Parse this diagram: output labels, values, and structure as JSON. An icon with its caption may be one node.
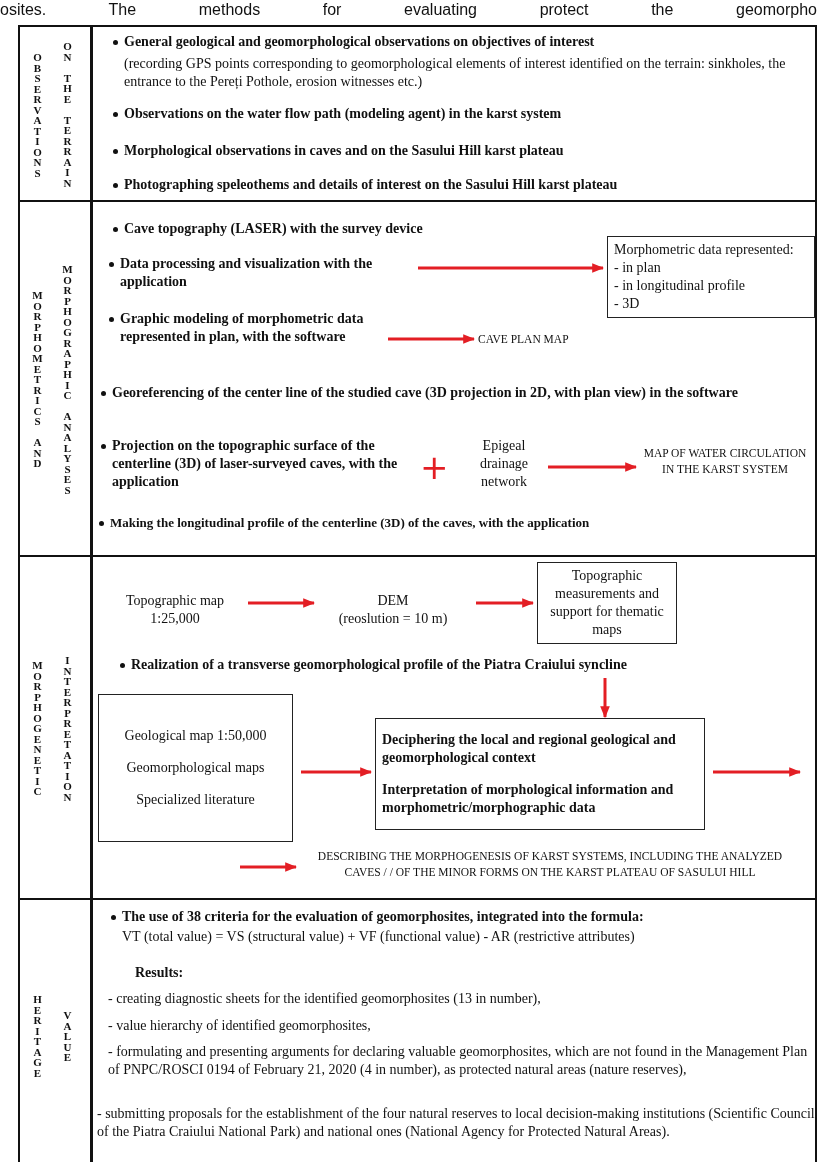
{
  "diagram": {
    "nodes": [
      {
        "text": [
          "OBSERVATIONS",
          "ON THE TERRAIN"
        ]
      },
      {
        "text": [
          "MORPHOMETRICS AND",
          "MORPHOGRAPHIC ANALYSES"
        ]
      },
      {
        "text": [
          "Data processing and visualization with the application"
        ],
        "in": 1
      },
      {
        "text": [
          "Morphometric data represented:",
          "- in plan",
          "- in longitudinal profile",
          "- 3D"
        ],
        "in": 1
      },
      {
        "text": [
          "Graphic modeling of morphometric data represented in plan, with the software"
        ],
        "in": 1
      },
      {
        "text": [
          "CAVE PLAN MAP"
        ],
        "in": 1
      },
      {
        "text": [
          "Epigeal drainage network"
        ],
        "in": 1
      },
      {
        "text": [
          "MAP OF WATER CIRCULATION IN THE KARST SYSTEM"
        ],
        "in": 1
      },
      {
        "text": [
          "MORPHOGENETIC",
          "INTERPRETATION"
        ]
      },
      {
        "text": [
          "Topographic map",
          "1:25,000"
        ],
        "in": 8
      },
      {
        "text": [
          "DEM",
          "(reoslution = 10 m)"
        ],
        "in": 8
      },
      {
        "text": [
          "Topographic measurements and support for thematic maps"
        ],
        "in": 8
      },
      {
        "text": [
          "Realization of a transverse geomorphological profile of the Piatra Craiului syncline"
        ],
        "in": 8
      },
      {
        "text": [
          "Geological map 1:50,000",
          "Geomorphological maps",
          "Specialized literature"
        ],
        "in": 8
      },
      {
        "text": [
          "Deciphering the local and regional geological and geomorphological context",
          "Interpretation of morphological information and morphometric/morphographic data"
        ],
        "in": 8
      },
      {
        "text": [
          "DESCRIBING THE MORPHOGENESIS OF KARST SYSTEMS, INCLUDING THE ANALYZED CAVES / / OF THE MINOR FORMS ON THE KARST PLATEAU OF SASULUI HILL"
        ],
        "in": 8
      },
      {
        "text": [
          "HERITAGE",
          "VALUE"
        ]
      }
    ],
    "edges": [
      {
        "from": 2,
        "to": 3,
        "arrow": "to"
      },
      {
        "from": 4,
        "to": 5,
        "arrow": "to"
      },
      {
        "from": 6,
        "to": 7,
        "arrow": "to"
      },
      {
        "from": 9,
        "to": 10,
        "arrow": "to"
      },
      {
        "from": 10,
        "to": 11,
        "arrow": "to"
      },
      {
        "from": 12,
        "to": 14,
        "arrow": "to"
      },
      {
        "from": 13,
        "to": 14,
        "arrow": "to"
      },
      {
        "from": 14,
        "to": null,
        "arrow": "to"
      },
      {
        "from": null,
        "to": 15,
        "arrow": "to"
      }
    ],
    "labels": [
      "osites. The methods for evaluating protect the geomorpho",
      "General geological and geomorphological observations on objectives of interest",
      "(recording GPS points corresponding to geomorphological elements of interest identified on the terrain: sinkholes, the entrance to the Pereți Pothole, erosion witnesses etc.)",
      "Observations on the water flow path (modeling agent) in the karst system",
      "Morphological observations in caves and on the Sasului Hill karst plateau",
      "Photographing speleothems and details of interest on the Sasului Hill karst plateau",
      "Cave topography (LASER) with the survey device",
      "Georeferencing of the center line of the studied cave (3D projection in 2D, with plan view) in the software",
      "Projection on the topographic surface of the centerline (3D) of laser-surveyed caves, with the application",
      "+",
      "Making the longitudinal profile of the centerline (3D) of the caves, with the application",
      "The use of 38 criteria for the evaluation of geomorphosites, integrated into the formula:",
      "VT (total value) = VS (structural value) + VF (functional value) - AR (restrictive attributes)",
      "Results:",
      "- creating diagnostic sheets for the identified geomorphosites (13 in number),",
      "- value hierarchy of identified geomorphosites,",
      "- formulating and presenting arguments for declaring valuable geomorphosites, which are not found in the Management Plan of PNPC/ROSCI 0194 of February 21, 2020 (4 in number), as protected natural areas (nature reserves),",
      "- submitting proposals for the establishment of the four natural reserves to local decision-making institutions (Scientific Council of the Piatra Craiului National Park) and national ones (National Agency for Protected Natural Areas)."
    ]
  }
}
